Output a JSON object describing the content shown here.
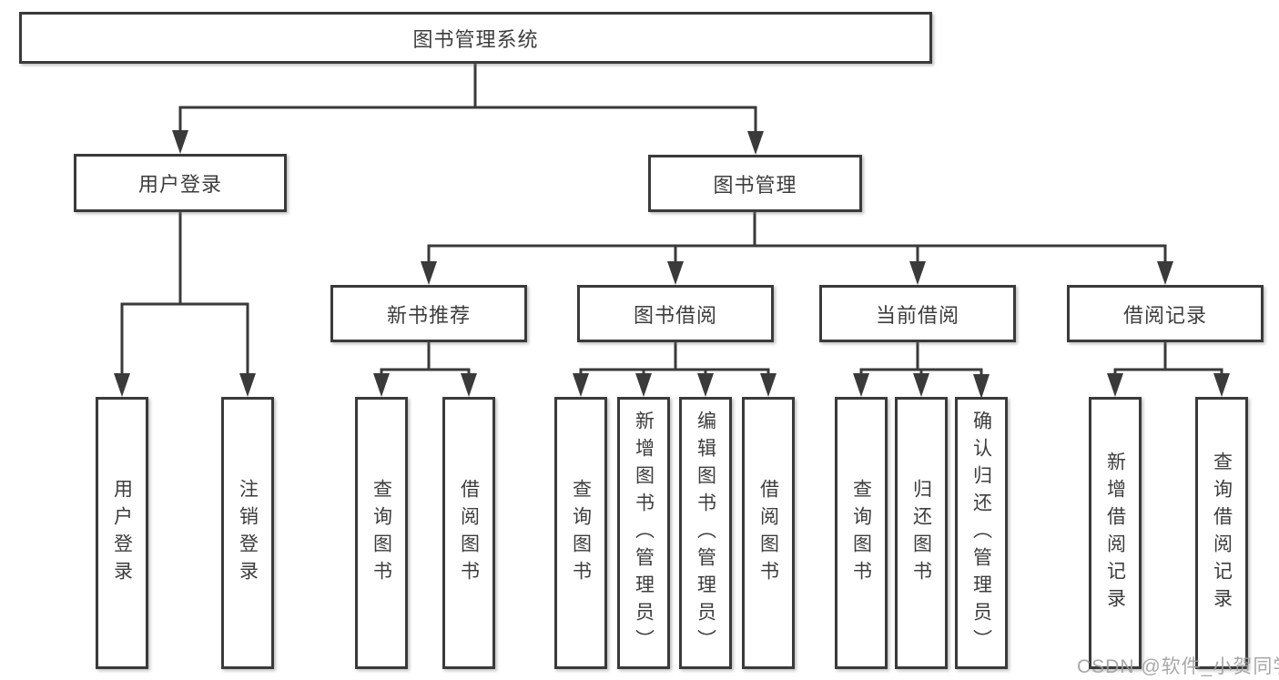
{
  "diagram": {
    "root": {
      "label": "图书管理系统"
    },
    "level2": {
      "user_login": {
        "label": "用户登录"
      },
      "book_mgmt": {
        "label": "图书管理"
      }
    },
    "level3": {
      "new_book": {
        "label": "新书推荐"
      },
      "book_borrow": {
        "label": "图书借阅"
      },
      "current_borrow": {
        "label": "当前借阅"
      },
      "borrow_record": {
        "label": "借阅记录"
      }
    },
    "leaves": {
      "user_login_leaf": {
        "label": "用户登录"
      },
      "logout": {
        "label": "注销登录"
      },
      "nb_query_book": {
        "label": "查询图书"
      },
      "nb_borrow_book": {
        "label": "借阅图书"
      },
      "bb_query_book": {
        "label": "查询图书"
      },
      "bb_add_book": {
        "label": "新增图书（管理员）"
      },
      "bb_edit_book": {
        "label": "编辑图书（管理员）"
      },
      "bb_borrow_book": {
        "label": "借阅图书"
      },
      "cb_query_book": {
        "label": "查询图书"
      },
      "cb_return_book": {
        "label": "归还图书"
      },
      "cb_confirm_return": {
        "label": "确认归还（管理员）"
      },
      "br_add_record": {
        "label": "新增借阅记录"
      },
      "br_query_record": {
        "label": "查询借阅记录"
      }
    }
  },
  "watermark": {
    "text": "CSDN @软件_小贺同学"
  },
  "colors": {
    "line": "#3a3a3a",
    "text": "#3d3d3d",
    "box_background": "#ffffff",
    "page_background": "#ffffff",
    "watermark": "#9e9e9e"
  }
}
